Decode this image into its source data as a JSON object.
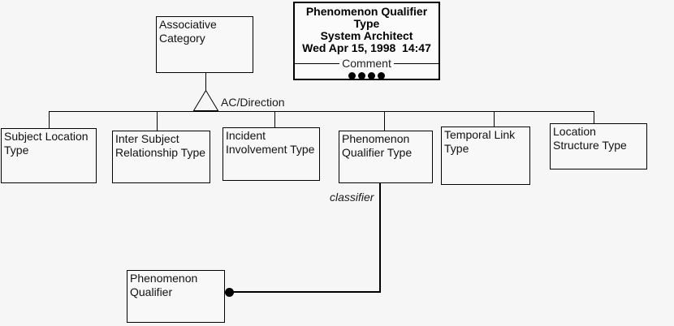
{
  "background_color": "#f6f6f6",
  "line_color": "#000000",
  "title_box": {
    "title": "Phenomenon Qualifier\nType",
    "app_name": "System Architect",
    "timestamp": "Wed Apr 15, 1998  14:47",
    "separator_label": "Comment",
    "dot_count": 4
  },
  "category_symbol": {
    "label": "Associative\nCategory",
    "connector_label": "AC/Direction"
  },
  "entities": [
    {
      "label": "Subject Location\nType"
    },
    {
      "label": "Inter Subject\nRelationship Type"
    },
    {
      "label": "Incident\nInvolvement Type"
    },
    {
      "label": "Phenomenon\nQualifier Type"
    },
    {
      "label": "Temporal Link\nType"
    },
    {
      "label": "Location\nStructure Type"
    }
  ],
  "relationship": {
    "label": "classifier",
    "target_entity": {
      "label": "Phenomenon\nQualifier"
    }
  }
}
